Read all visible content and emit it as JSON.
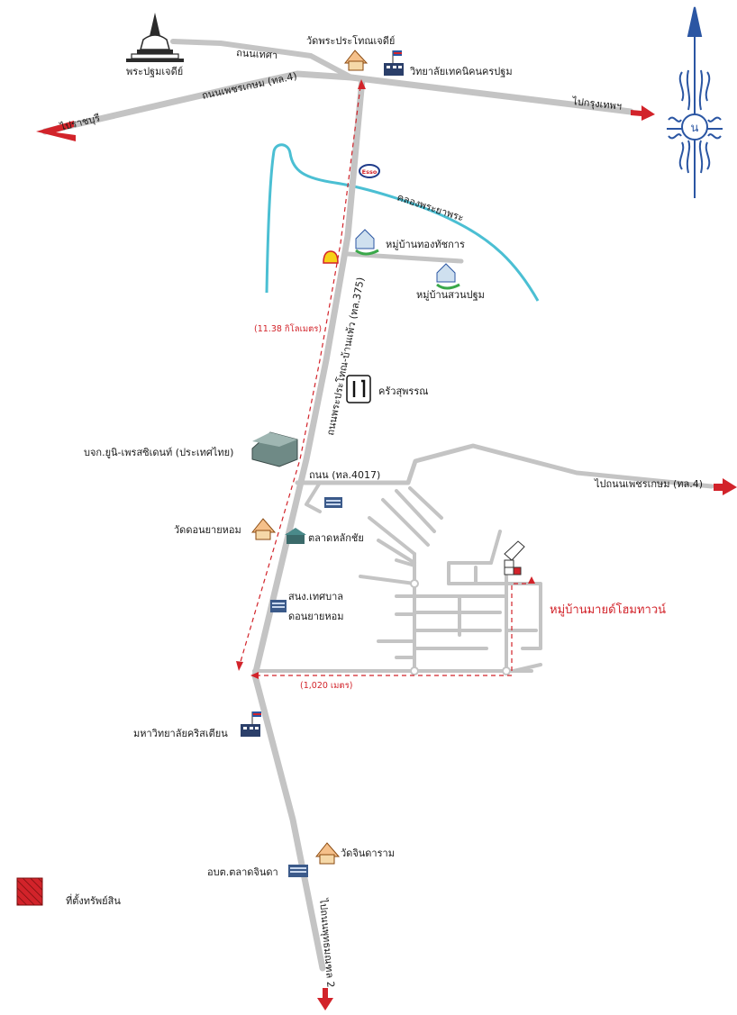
{
  "landmarks": {
    "phra_pathom_chedi": "พระปฐมเจดีย์",
    "wat_phra_prathon": "วัดพระประโทณเจดีย์",
    "tech_college": "วิทยาลัยเทคนิคนครปฐม",
    "ban_thong_thatchakan": "หมู่บ้านทองทัชการ",
    "ban_suan_pathom": "หมู่บ้านสวนปฐม",
    "khrua_suphan": "ครัวสุพรรณ",
    "uni_president": "บจก.ยูนิ-เพรสซิเดนท์ (ประเทศไทย)",
    "wat_don_yai_hom": "วัดดอนยายหอม",
    "talat_lak_chai": "ตลาดหลักชัย",
    "municipal_office": [
      "สนง.เทศบาล",
      "ดอนยายหอม"
    ],
    "christian_university": "มหาวิทยาลัยคริสเตียน",
    "wat_chindaram": "วัดจินดาราม",
    "sao_talat_chinda": "อบต.ตลาดจินดา",
    "target_village": "หมู่บ้านมายด์โฮมทาวน์"
  },
  "roads": {
    "thanon_thetsa": "ถนนเทศา",
    "phetkasem": "ถนนเพชรเกษม (ทล.4)",
    "to_ratchaburi": "ไปราชบุรี",
    "to_bangkok": "ไปกรุงเทพฯ",
    "khlong": "คลองพระยาพระ",
    "main_road": "ถนนพระประโทณ-บ้านแพ้ว (ทล.375)",
    "road_4017": "ถนน (ทล.4017)",
    "to_phetkasem": "ไปถนนเพชรเกษม (ทล.4)",
    "to_phutthamonthon": "ไปถนนพุทธมณฑล 2"
  },
  "distances": {
    "main": "(11.38 กิโลเมตร)",
    "side": "(1,020 เมตร)"
  },
  "compass_letter": "น",
  "brands": {
    "esso": "Esso"
  },
  "legend": {
    "label": "ที่ตั้งทรัพย์สิน"
  },
  "colors": {
    "road": "#c4c4c4",
    "canal": "#4bbfd3",
    "route_dash": "#d2232a",
    "compass": "#2b56a3",
    "arrow": "#d2232a"
  }
}
